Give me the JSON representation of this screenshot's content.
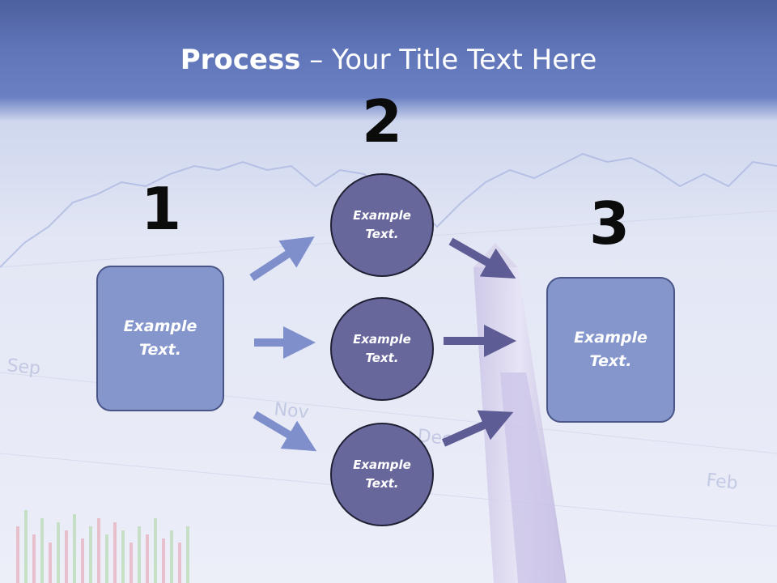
{
  "title": {
    "bold": "Process",
    "rest": " – Your Title Text Here"
  },
  "steps": {
    "one": {
      "number": "1",
      "text": "Example Text."
    },
    "two": {
      "number": "2"
    },
    "three": {
      "number": "3",
      "text": "Example Text."
    }
  },
  "circles": [
    {
      "text": "Example Text."
    },
    {
      "text": "Example Text."
    },
    {
      "text": "Example Text."
    }
  ],
  "background_labels": {
    "sep": "Sep",
    "nov": "Nov",
    "dec": "Dec",
    "feb": "Feb"
  },
  "colors": {
    "box_fill": "#8596cc",
    "circle_fill": "#68679c",
    "arrow_light": "#7e8fcb",
    "arrow_dark": "#5d5c95"
  }
}
